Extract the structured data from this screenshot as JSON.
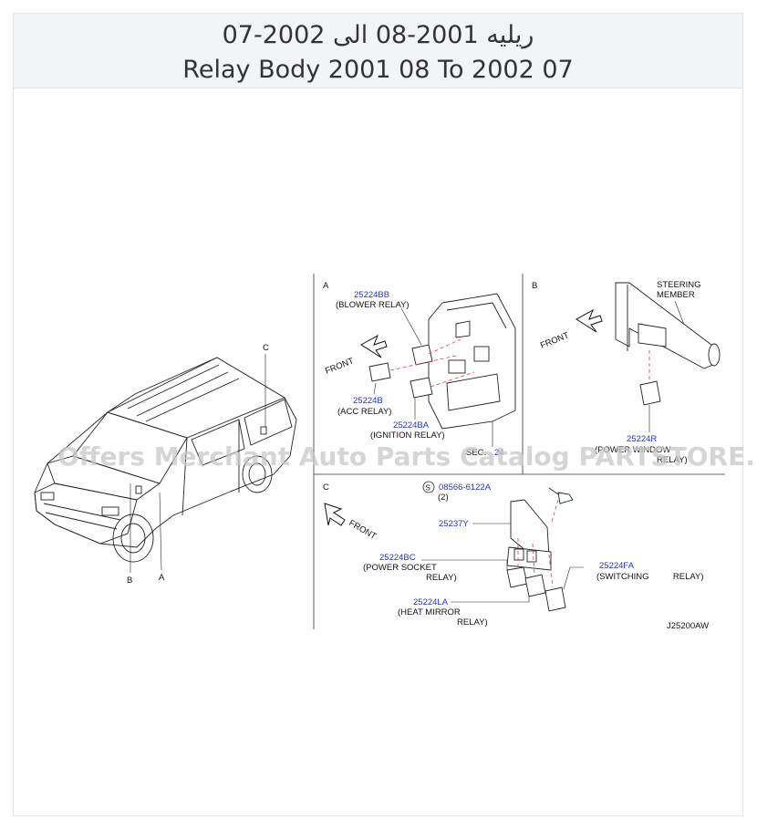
{
  "header": {
    "title_ar": "ريليه 2001-08 الى 2002-07",
    "title_en": "Relay Body 2001 08 To 2002 07"
  },
  "watermark": "Offers Merchant Auto Parts Catalog PARTSTORE.SA",
  "diagram": {
    "vehicle_callouts": {
      "a": "A",
      "b": "B",
      "c": "C"
    },
    "panel_a": {
      "letter": "A",
      "front": "FRONT",
      "blower_pn": "25224BB",
      "blower_name": "(BLOWER  RELAY)",
      "acc_pn": "25224B",
      "acc_name": "(ACC  RELAY)",
      "ign_pn": "25224BA",
      "ign_name": "(IGNITION  RELAY)",
      "sec_text": "SEC.",
      "sec_num": "24"
    },
    "panel_b": {
      "letter": "B",
      "steering1": "STEERING",
      "steering2": "MEMBER",
      "front": "FRONT",
      "pw_pn": "25224R",
      "pw_name1": "(POWER  WINDOW",
      "pw_name2": "RELAY)"
    },
    "panel_c": {
      "letter": "C",
      "front": "FRONT",
      "screw_symbol": "S",
      "screw_pn": "08566-6122A",
      "screw_qty": "(2)",
      "bracket_pn": "25237Y",
      "ps_pn": "25224BC",
      "ps_name1": "(POWER  SOCKET",
      "ps_name2": "RELAY)",
      "sw_pn": "25224FA",
      "sw_name": "(SWITCHING          RELAY)",
      "hm_pn": "25224LA",
      "hm_name1": "(HEAT  MIRROR",
      "hm_name2": "RELAY)",
      "code": "J25200AW"
    }
  }
}
